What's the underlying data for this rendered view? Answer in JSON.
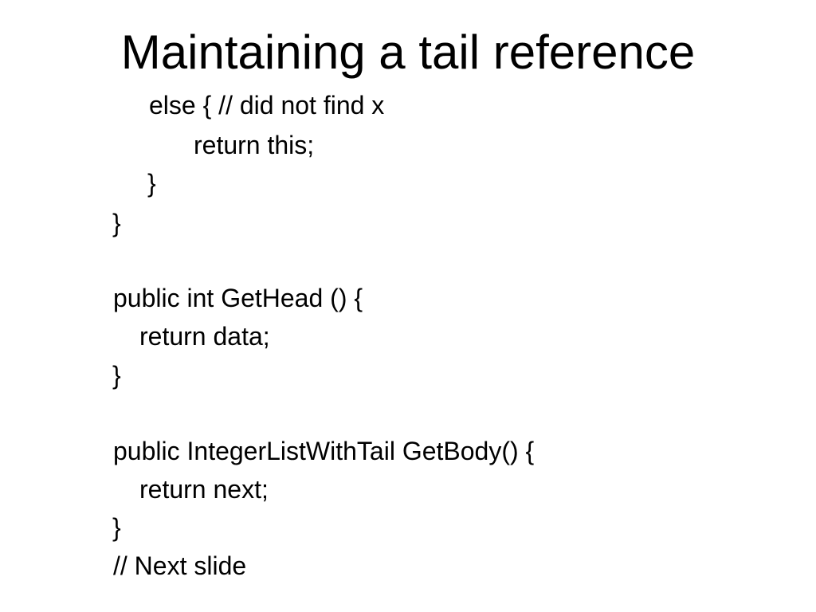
{
  "slide": {
    "title": "Maintaining a tail reference",
    "lines": [
      "else { // did not find x",
      "return this;",
      "}",
      "}",
      "public int GetHead () {",
      "return data;",
      "}",
      "public IntegerListWithTail GetBody() {",
      "return next;",
      "}",
      "// Next slide"
    ]
  }
}
